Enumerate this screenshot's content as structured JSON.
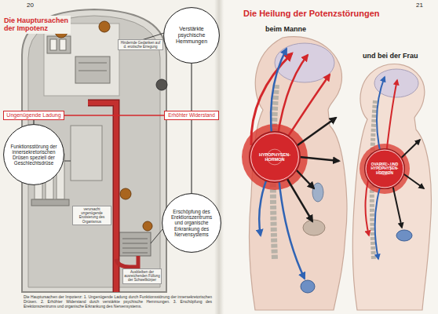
{
  "diagram": {
    "title": "Die Hauptursachen der Impotenz",
    "caption": "Die Hauptursachen der Impotenz: 1. Ungenügende Ladung durch Funktionsstörung der innersekretorischen Drüsen. 2. Erhöhter Widerstand durch verstärkte psychische Hemmungen. 3. Erschöpfung des Erektionszentrums und organische Erkrankung des Nervensystems.",
    "nodes": [
      {
        "text": [
          "Verstärkte psychische Hemmungen"
        ]
      },
      {
        "text": [
          "Ungenügende Ladung"
        ]
      },
      {
        "text": [
          "Erhöhter Widerstand"
        ]
      },
      {
        "text": [
          "Funktionsstörung der innersekretorischen Drüsen speziell der Geschlechtsdrüse"
        ]
      },
      {
        "text": [
          "Erschöpfung des Erektionszentrums und organische Erkrankung des Nervensystems"
        ]
      },
      {
        "text": [
          "HYPOPHYSEN-HORMON"
        ]
      },
      {
        "text": [
          "OVARIAL- UND HYPOPHYSEN-HORMON"
        ]
      }
    ],
    "edges": [
      {
        "from": 1,
        "to": 3,
        "arrow": "none"
      },
      {
        "from": 0,
        "to": 2,
        "arrow": "none"
      },
      {
        "from": 2,
        "to": 4,
        "arrow": "none"
      }
    ],
    "labels": [
      "20",
      "21",
      "Die Heilung der Potenzstörungen",
      "beim Manne",
      "und bei der Frau",
      "Hindernde Gedanken auf d. erotische Erregung",
      "verursacht ungenügende Erotisierung des Organismus",
      "Ausbleiben der ausreichenden Füllung der Schwellkörper"
    ]
  }
}
